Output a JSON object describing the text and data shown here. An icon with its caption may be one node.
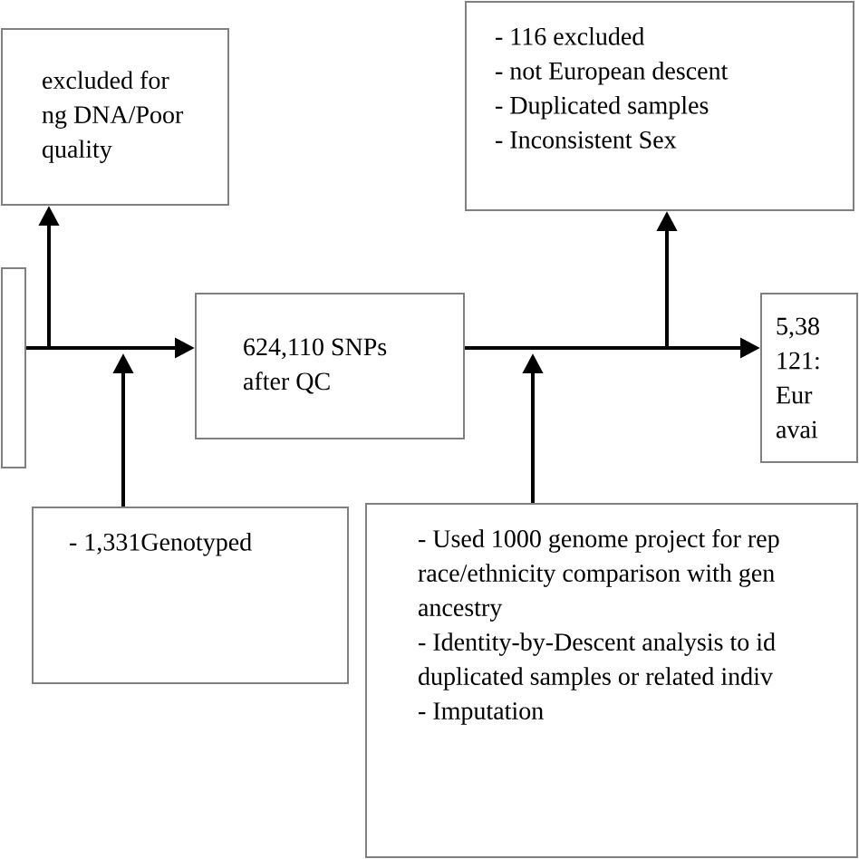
{
  "diagram": {
    "nodes": [
      {
        "text": [
          "excluded for ng DNA/Poor quality"
        ]
      },
      {
        "text": [
          "- 116 excluded",
          "- not European descent",
          "- Duplicated samples",
          "- Inconsistent Sex"
        ]
      },
      {
        "text": [],
        "shape": "box"
      },
      {
        "text": [
          "624,110 SNPs after QC"
        ]
      },
      {
        "text": [
          "5,38 121: Eur avai"
        ]
      },
      {
        "text": [
          "- 1,331Genotyped"
        ]
      },
      {
        "text": [
          "- Used 1000 genome project for rep race/ethnicity comparison with gen ancestry",
          "- Identity-by-Descent analysis to id duplicated samples or related indiv",
          "- Imputation"
        ]
      }
    ],
    "edges": [
      {
        "from": 2,
        "to": 3,
        "arrow": "to"
      },
      {
        "from": 2,
        "to": 0,
        "arrow": "to"
      },
      {
        "from": 3,
        "to": 4,
        "arrow": "to"
      },
      {
        "from": 3,
        "to": 1,
        "arrow": "to"
      },
      {
        "from": 5,
        "to": null,
        "arrow": "to"
      },
      {
        "from": 6,
        "to": null,
        "arrow": "to"
      }
    ]
  }
}
